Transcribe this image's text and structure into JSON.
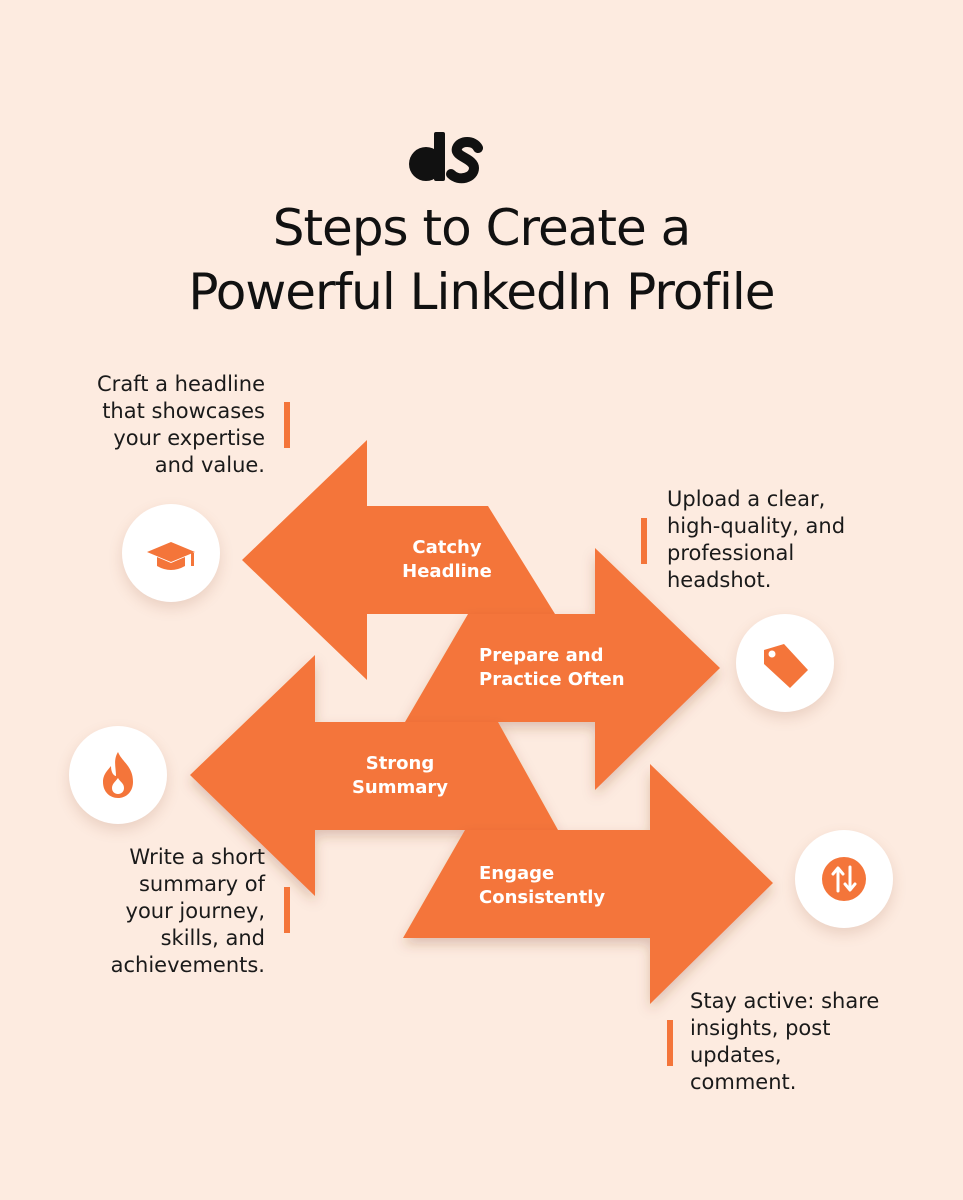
{
  "colors": {
    "background": "#fdebe0",
    "accent": "#f4753a",
    "title": "#111111"
  },
  "title": {
    "line1": "Steps to Create a",
    "line2": "Powerful LinkedIn Profile"
  },
  "steps": [
    {
      "label_line1": "Catchy",
      "label_line2": "Headline",
      "icon": "graduation-cap-icon",
      "desc": [
        "Craft a headline",
        "that showcases",
        "your expertise",
        "and value."
      ]
    },
    {
      "label_line1": "Prepare and",
      "label_line2": "Practice Often",
      "icon": "tag-icon",
      "desc": [
        "Upload a clear,",
        "high-quality, and",
        "professional",
        "headshot."
      ]
    },
    {
      "label_line1": "Strong",
      "label_line2": "Summary",
      "icon": "fire-icon",
      "desc": [
        "Write a short",
        "summary of",
        "your journey,",
        "skills, and",
        "achievements."
      ]
    },
    {
      "label_line1": "Engage",
      "label_line2": "Consistently",
      "icon": "up-down-arrows-icon",
      "desc": [
        "Stay active: share",
        "insights, post",
        "updates,",
        "comment."
      ]
    }
  ]
}
